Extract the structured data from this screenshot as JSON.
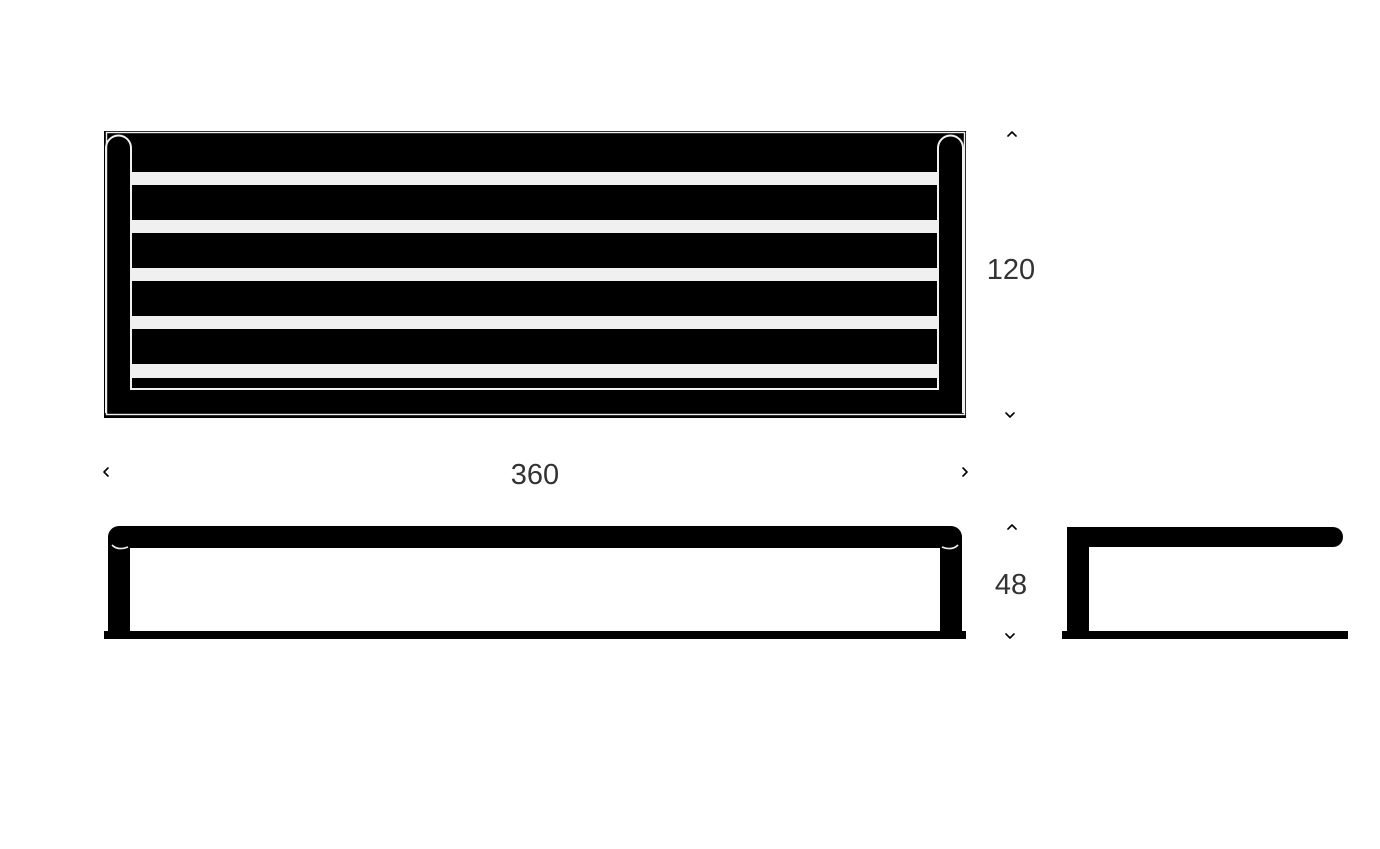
{
  "diagram": {
    "colors": {
      "line_art": "#000000",
      "highlight": "#f0f0f0",
      "dimension_text": "#333333",
      "background": "#ffffff"
    },
    "dimensions": {
      "height": "120",
      "width": "360",
      "depth": "48"
    }
  }
}
